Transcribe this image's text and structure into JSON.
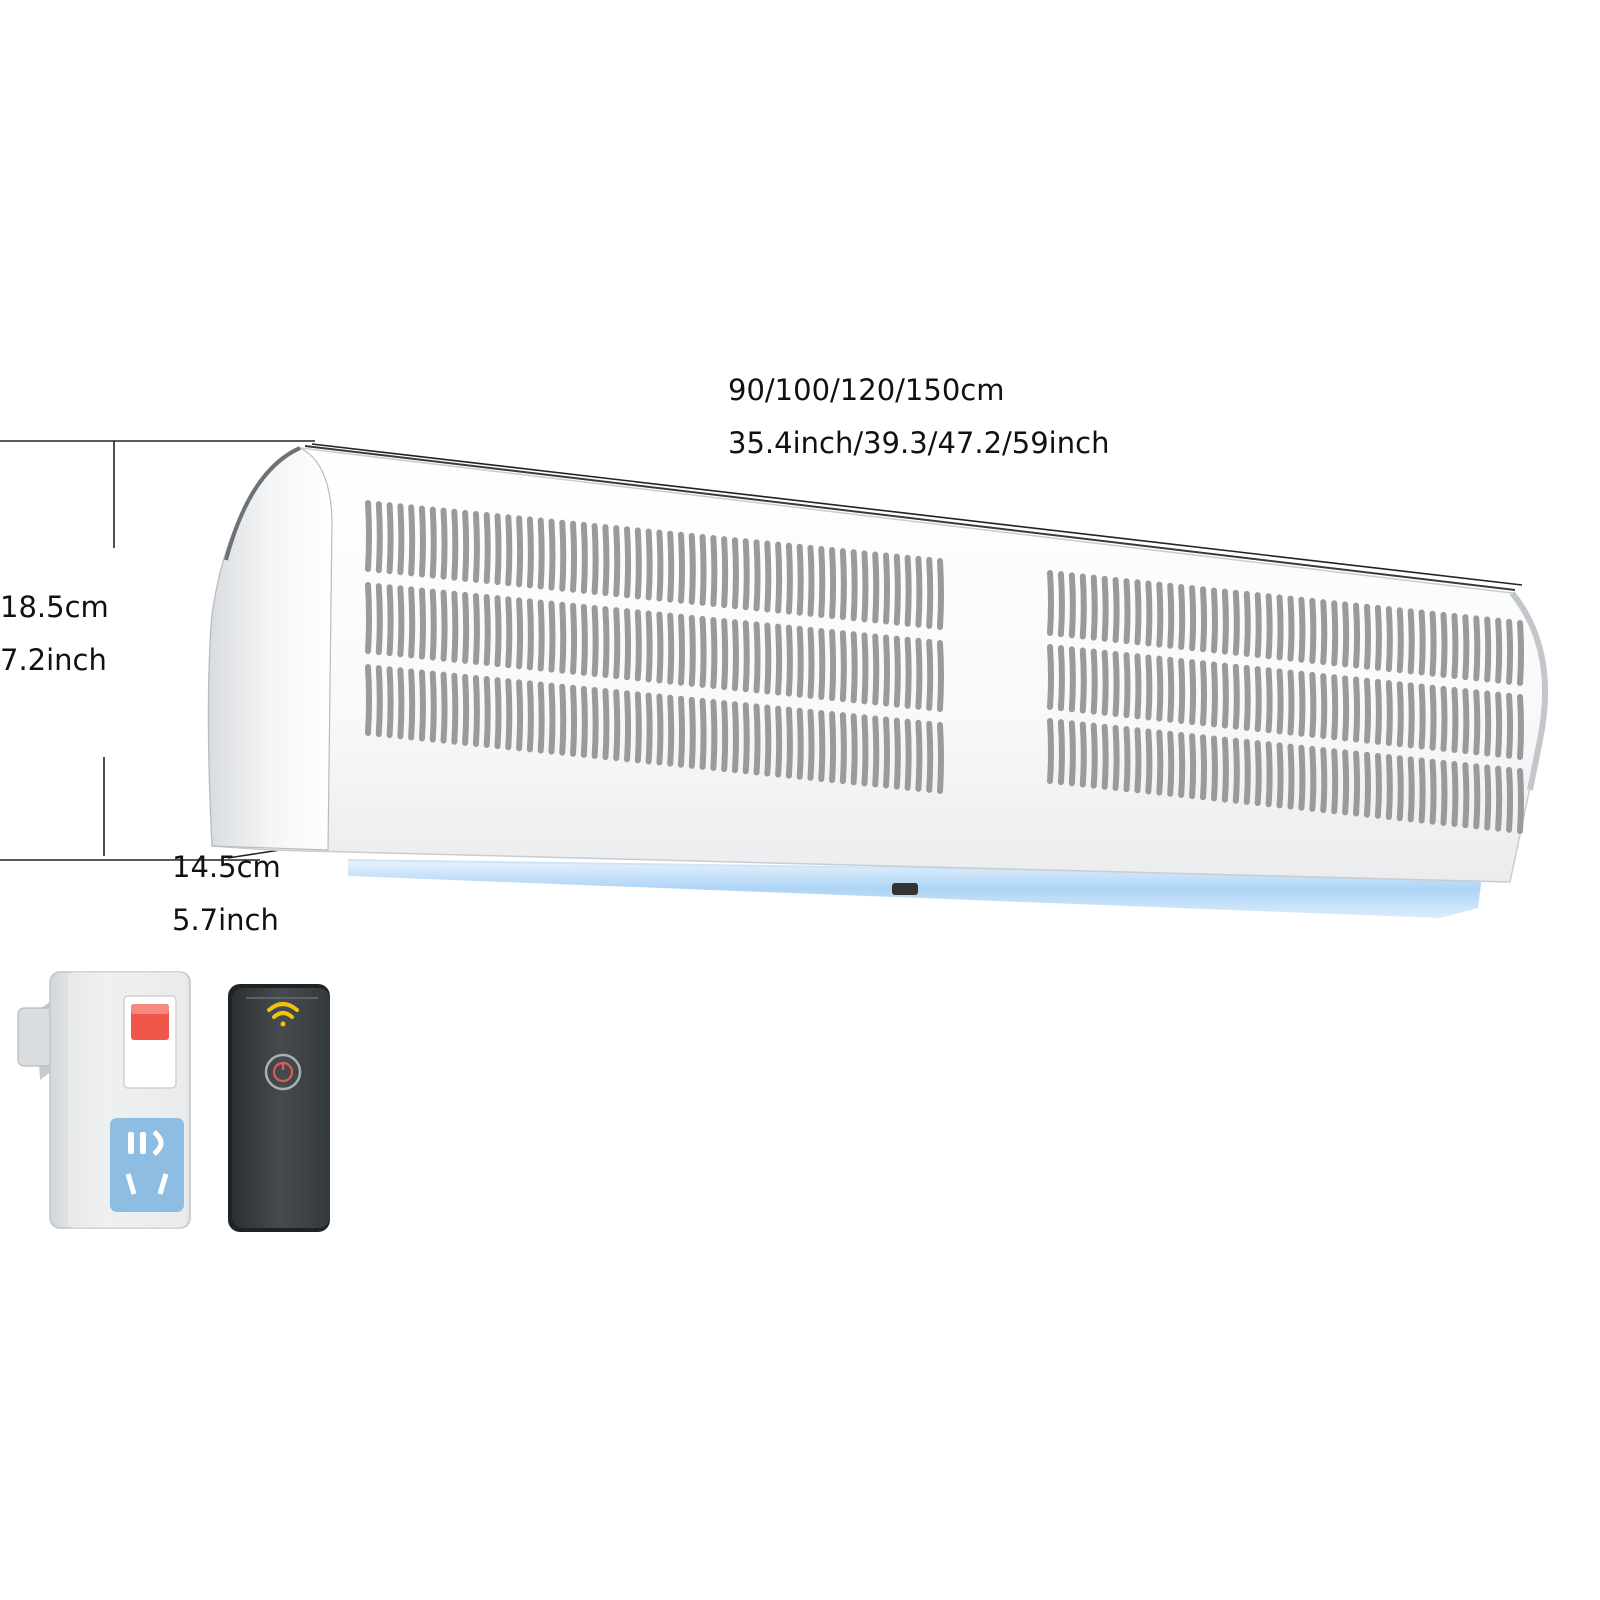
{
  "image": {
    "subject": "air-curtain-icon",
    "accessories": [
      "socket-switch-icon",
      "remote-control-icon"
    ]
  },
  "dimensions": {
    "length_cm": "90/100/120/150cm",
    "length_inch": "35.4inch/39.3/47.2/59inch",
    "height_cm": "18.5cm",
    "height_inch": "7.2inch",
    "depth_cm": "14.5cm",
    "depth_inch": "5.7inch"
  },
  "colors": {
    "body": "#fbfbfb",
    "vent_slot": "#9a9a9a",
    "light_strip": "#a9d2f5",
    "remote": "#3c4144",
    "remote_signal": "#f3c20f",
    "switch_red": "#f0564a",
    "socket_blue": "#8dbde3"
  }
}
